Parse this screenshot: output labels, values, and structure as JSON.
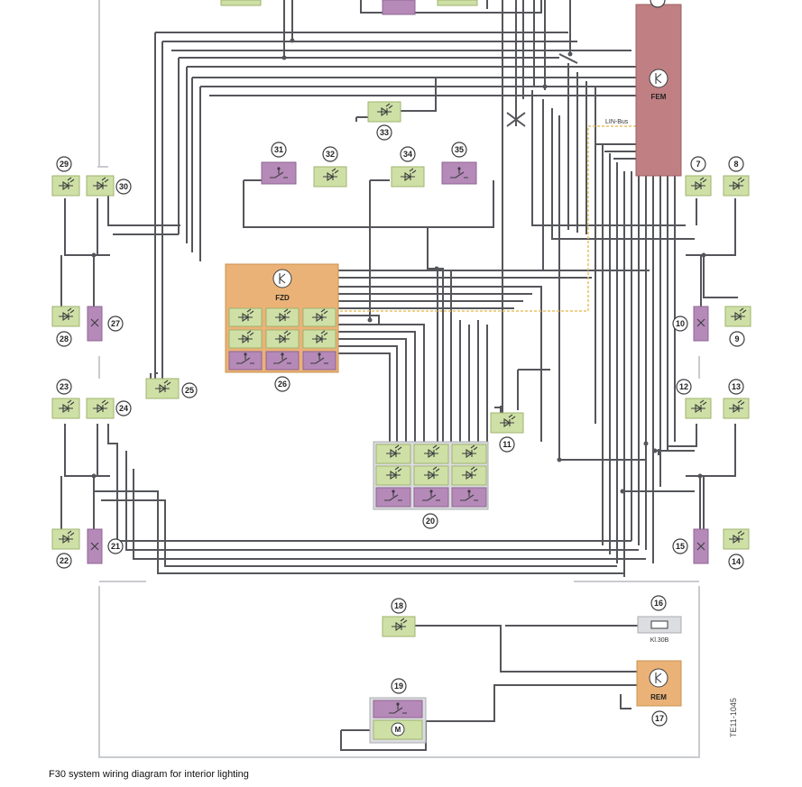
{
  "caption": "F30 system wiring diagram for interior lighting",
  "figure_code": "TE11-1045",
  "modules": {
    "fem": "FEM",
    "fzd": "FZD",
    "rem": "REM"
  },
  "labels": {
    "lin_bus": "LIN-Bus",
    "kl30b": "Kl.30B",
    "motor": "M"
  },
  "components": {
    "n7": "7",
    "n8": "8",
    "n9": "9",
    "n10": "10",
    "n11": "11",
    "n12": "12",
    "n13": "13",
    "n14": "14",
    "n15": "15",
    "n16": "16",
    "n17": "17",
    "n18": "18",
    "n19": "19",
    "n20": "20",
    "n21": "21",
    "n22": "22",
    "n23": "23",
    "n24": "24",
    "n25": "25",
    "n26": "26",
    "n27": "27",
    "n28": "28",
    "n29": "29",
    "n30": "30",
    "n31": "31",
    "n32": "32",
    "n33": "33",
    "n34": "34",
    "n35": "35"
  },
  "colors": {
    "wire": "#55565b",
    "lamp": "#cfe0a6",
    "switch": "#b58ab8",
    "fem": "#c07f82",
    "fzd_rem": "#ebb277",
    "lin_bus": "#e8c064"
  }
}
